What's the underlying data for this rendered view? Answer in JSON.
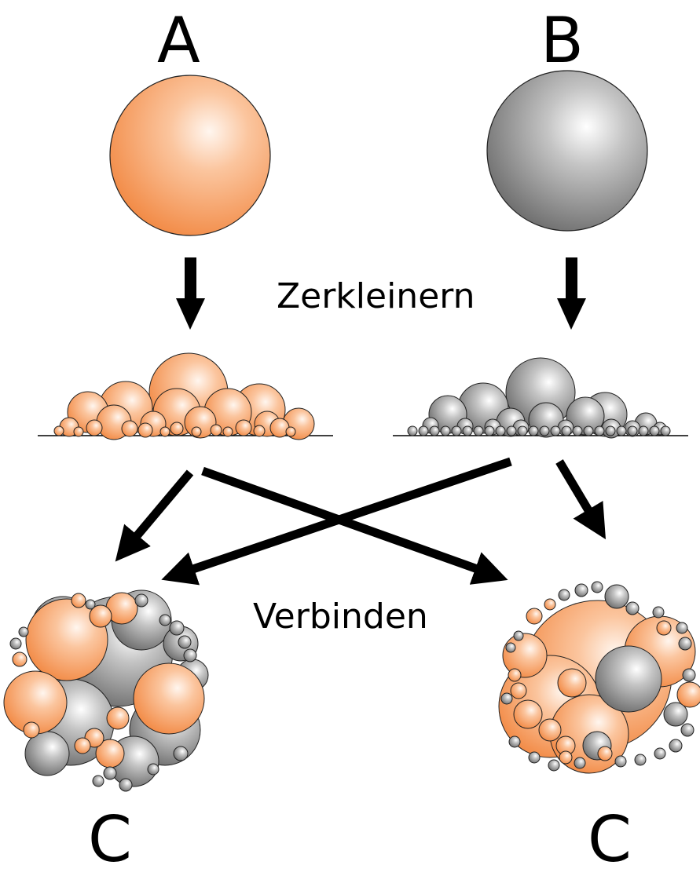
{
  "labels": {
    "a": "A",
    "b": "B",
    "c_left": "C",
    "c_right": "C",
    "step1": "Zerkleinern",
    "step2": "Verbinden"
  },
  "colors": {
    "material_a": "#f5a26b",
    "material_a_light": "#fde9dc",
    "material_b": "#8a8a8a",
    "material_b_light": "#f4f4f4",
    "arrow": "#000000"
  }
}
